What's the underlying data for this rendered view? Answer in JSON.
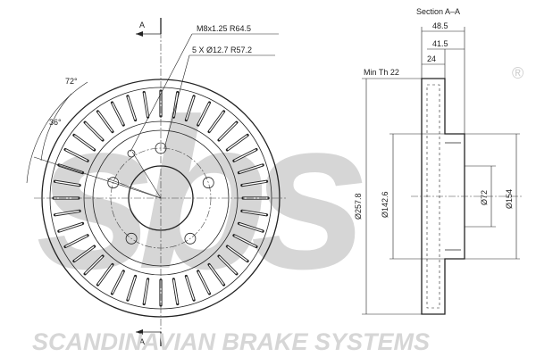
{
  "brand": {
    "watermark_logo": "sbs",
    "registered_mark": "®",
    "company_name": "SCANDINAVIAN BRAKE SYSTEMS",
    "watermark_color": "#d6d6d6"
  },
  "front_view": {
    "section_marker_top": "A",
    "section_marker_bottom": "A",
    "thread_spec": "M8x1.25  R64.5",
    "bolt_holes_spec": "5  X  Ø12.7  R57.2",
    "angle_outer": "72°",
    "angle_inner": "36°"
  },
  "section_view": {
    "title": "Section  A–A",
    "dim_total_height": "48.5",
    "dim_hat_height": "41.5",
    "dim_disc_width": "24",
    "min_thickness": "Min Th  22",
    "dim_outer_diameter": "Ø257.8",
    "dim_hat_diameter": "Ø142.6",
    "dim_center_bore": "Ø72",
    "dim_flange_diameter": "Ø154"
  },
  "colors": {
    "line": "#222222",
    "background": "#ffffff"
  }
}
